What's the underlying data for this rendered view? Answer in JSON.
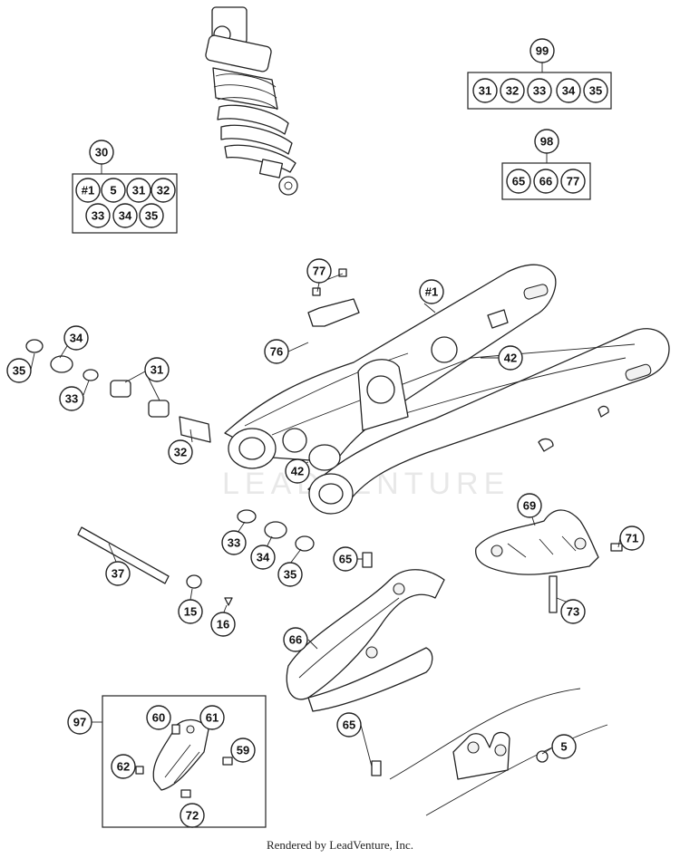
{
  "footer_text": "Rendered by LeadVenture, Inc.",
  "watermark_text": "LEADVENTURE",
  "kit_boxes": [
    {
      "id": "kit-99",
      "label": "99",
      "items": [
        "31",
        "32",
        "33",
        "34",
        "35"
      ]
    },
    {
      "id": "kit-98",
      "label": "98",
      "items": [
        "65",
        "66",
        "77"
      ]
    },
    {
      "id": "kit-30",
      "label": "30",
      "items": [
        "#1",
        "5",
        "31",
        "32",
        "33",
        "34",
        "35"
      ]
    },
    {
      "id": "kit-97",
      "label": "97",
      "items": [
        "60",
        "61",
        "59",
        "62",
        "72"
      ]
    }
  ],
  "callouts": [
    {
      "id": "c-77",
      "label": "77"
    },
    {
      "id": "c-1",
      "label": "#1"
    },
    {
      "id": "c-76",
      "label": "76"
    },
    {
      "id": "c-42a",
      "label": "42"
    },
    {
      "id": "c-34a",
      "label": "34"
    },
    {
      "id": "c-35a",
      "label": "35"
    },
    {
      "id": "c-31",
      "label": "31"
    },
    {
      "id": "c-33a",
      "label": "33"
    },
    {
      "id": "c-32",
      "label": "32"
    },
    {
      "id": "c-42b",
      "label": "42"
    },
    {
      "id": "c-69",
      "label": "69"
    },
    {
      "id": "c-71",
      "label": "71"
    },
    {
      "id": "c-33b",
      "label": "33"
    },
    {
      "id": "c-34b",
      "label": "34"
    },
    {
      "id": "c-35b",
      "label": "35"
    },
    {
      "id": "c-37",
      "label": "37"
    },
    {
      "id": "c-65a",
      "label": "65"
    },
    {
      "id": "c-73",
      "label": "73"
    },
    {
      "id": "c-15",
      "label": "15"
    },
    {
      "id": "c-16",
      "label": "16"
    },
    {
      "id": "c-66",
      "label": "66"
    },
    {
      "id": "c-65b",
      "label": "65"
    },
    {
      "id": "c-5",
      "label": "5"
    }
  ]
}
